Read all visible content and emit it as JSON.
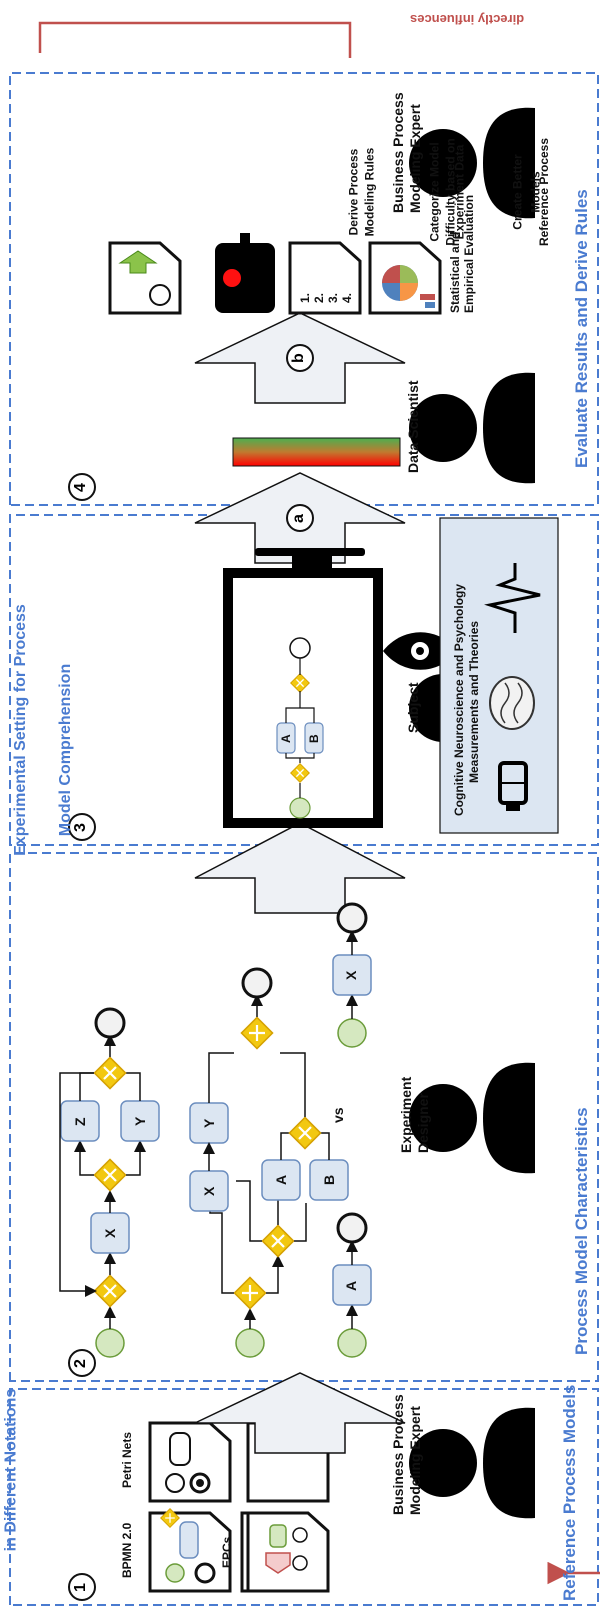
{
  "phases": [
    {
      "number": "1",
      "title_lines": [
        "Reference Process Models",
        "in Different Notations"
      ]
    },
    {
      "number": "2",
      "title_lines": [
        "Process Model Characteristics"
      ]
    },
    {
      "number": "3",
      "title_lines": [
        "Experimental Setting for Process",
        "Model Comprehension"
      ]
    },
    {
      "number": "4",
      "title_lines": [
        "Evaluate Results and Derive Rules"
      ]
    }
  ],
  "roles": {
    "bpm_expert_1": [
      "Business Process",
      "Modeling Expert"
    ],
    "experiment_designer": [
      "Experiment",
      "Designer"
    ],
    "subject": "Subject",
    "data_scientist": "Data Scientist",
    "bpm_expert_4": [
      "Business Process",
      "Modeling Expert"
    ]
  },
  "notations": {
    "bpmn": "BPMN 2.0",
    "petri": "Petri Nets",
    "epcs": "EPCs",
    "more": "..."
  },
  "comparison": {
    "vs": "vs",
    "left_task": "A",
    "right_task": "X",
    "parallel_tasks": [
      "A",
      "B",
      "X",
      "Y"
    ],
    "loop_tasks": [
      "X",
      "Y",
      "Z"
    ]
  },
  "monitor_tasks": [
    "A",
    "B"
  ],
  "cognitive_box": [
    "Cognitive Neuroscience and Psychology",
    "Measurements and Theories"
  ],
  "arrow_labels": {
    "a": "a",
    "b": "b"
  },
  "outputs": [
    [
      "Statistical and",
      "Empirical Evaluation"
    ],
    [
      "Derive Process",
      "Modeling Rules"
    ],
    [
      "Categorize Model",
      "Difficulty based on",
      "Experiment Data"
    ],
    [
      "Create Better",
      "Reference Process",
      "Models"
    ]
  ],
  "rules_list": [
    "1.",
    "2.",
    "3.",
    "4."
  ],
  "feedback_label": "directly influences",
  "colors": {
    "phase_border": "#4a7bd0",
    "task_fill": "#dce6f2",
    "task_stroke": "#6c8ebf",
    "gateway": "#f2c811",
    "start_event": "#d5e8c0",
    "feedback": "#c0504d",
    "arrow_fill": "#eef1f5"
  }
}
